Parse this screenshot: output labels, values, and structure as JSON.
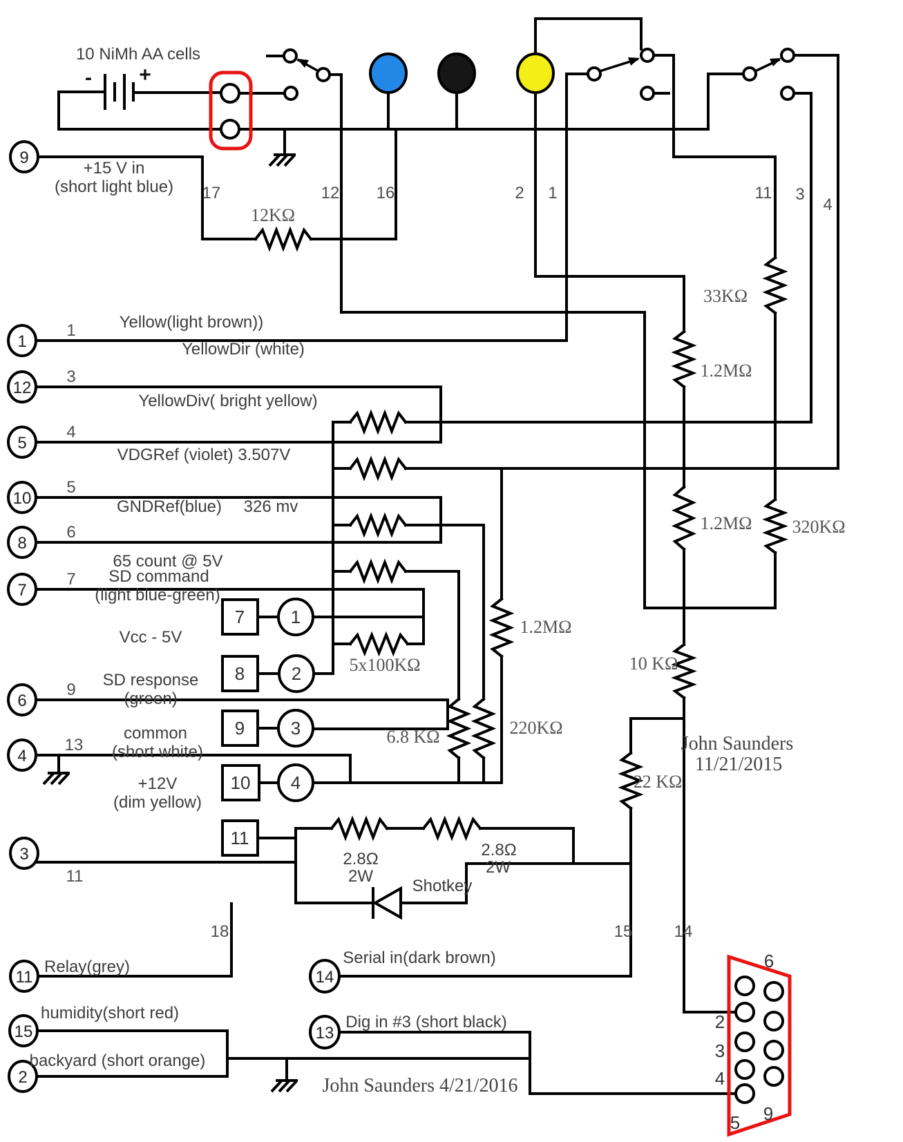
{
  "title": "10 NiMh AA cells",
  "battery": {
    "label": "10 NiMh AA cells",
    "minus": "-",
    "plus": "+"
  },
  "power": {
    "line1": "+15 V in",
    "line2": "(short light blue)"
  },
  "signals": {
    "yellow": "Yellow(light brown))",
    "yellowdir": "YellowDir (white)",
    "yellowdiv": "YellowDiv( bright yellow)",
    "vdgref": "VDGRef (violet) 3.507V",
    "gndref": "GNDRef(blue)",
    "gndref_mv": "326 mv",
    "count": "65 count @ 5V",
    "sdcmd1": "SD command",
    "sdcmd2": "(light blue-green)",
    "vcc": "Vcc - 5V",
    "sdresp1": "SD response",
    "sdresp2": "(green)",
    "common1": "common",
    "common2": "(short white)",
    "p12v1": "+12V",
    "p12v2": "(dim yellow)",
    "relay": "Relay(grey)",
    "humidity": "humidity(short red)",
    "backyard": "backyard (short orange)",
    "serial": "Serial in(dark brown)",
    "digin": "Dig in #3 (short black)",
    "shotkey": "Shotkey"
  },
  "values": {
    "r12k": "12KΩ",
    "r33k": "33KΩ",
    "r1m2a": "1.2MΩ",
    "r1m2b": "1.2MΩ",
    "r1m2c": "1.2MΩ",
    "r320k": "320KΩ",
    "r10k": "10 KΩ",
    "r100k": "5x100KΩ",
    "r6k8": "6.8 KΩ",
    "r220k": "220KΩ",
    "r22k": "22 KΩ",
    "r2r8a": "2.8Ω",
    "r2r8aw": "2W",
    "r2r8b": "2.8Ω",
    "r2r8bw": "2W"
  },
  "nodes": {
    "n9": "9",
    "n1": "1",
    "n12": "12",
    "n5": "5",
    "n10": "10",
    "n8": "8",
    "n7": "7",
    "n6": "6",
    "n4": "4",
    "n3": "3",
    "n11": "11",
    "n15": "15",
    "n2": "2",
    "n14": "14",
    "n13": "13"
  },
  "wire_numbers": {
    "w17": "17",
    "w12": "12",
    "w16": "16",
    "w2": "2",
    "w1": "1",
    "w11r": "11",
    "w3r": "3",
    "w4r": "4",
    "l1": "1",
    "l3": "3",
    "l4": "4",
    "l5": "5",
    "l6": "6",
    "l7": "7",
    "l9": "9",
    "l13": "13",
    "l11": "11",
    "w18": "18",
    "w15": "15",
    "w14": "14"
  },
  "ic_pins": {
    "s7": "7",
    "s8": "8",
    "s9": "9",
    "s10": "10",
    "s11": "11",
    "c1": "1",
    "c2": "2",
    "c3": "3",
    "c4": "4"
  },
  "db9": {
    "p2": "2",
    "p3": "3",
    "p4": "4",
    "p5": "5",
    "p6": "6",
    "p9": "9"
  },
  "signatures": {
    "a1": "John Saunders",
    "a2": "11/21/2015",
    "b": "John Saunders 4/21/2016"
  },
  "colors": {
    "wire": "#000000",
    "connector_red": "#e81313",
    "led_blue": "#2287e5",
    "led_black": "#161616",
    "led_yellow": "#f4ee16"
  }
}
